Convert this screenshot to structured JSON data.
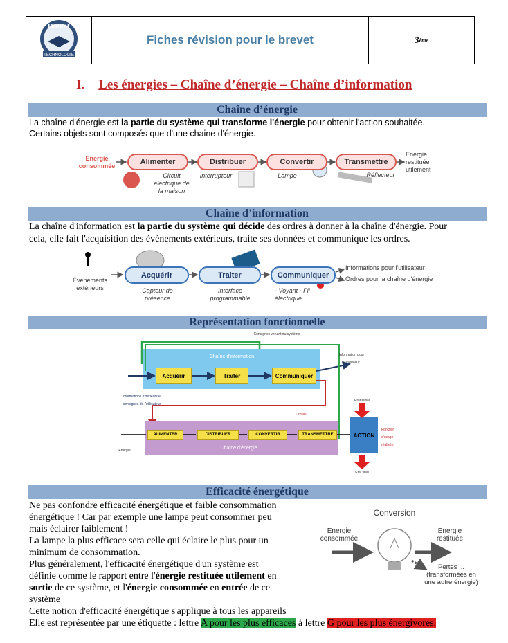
{
  "header": {
    "logo_top": "Brevet",
    "logo_bottom": "TECHNOLOGIE",
    "title": "Fiches révision pour le brevet",
    "level": "3",
    "level_sup": "ème"
  },
  "main_title": {
    "num": "I.",
    "text": "Les énergies – Chaîne d’énergie – Chaîne d’information"
  },
  "sec1": {
    "title": "Chaîne d’énergie",
    "p1_a": "La chaîne d'énergie est ",
    "p1_b": "la partie du système qui transforme l'énergie",
    "p1_c": " pour obtenir l'action souhaitée.",
    "p2": "Certains objets sont composés que d'une chaine d'énergie.",
    "input": "Energie consommée",
    "output": "Energie restituée utilement",
    "blocks": [
      "Alimenter",
      "Distribuer",
      "Convertir",
      "Transmettre"
    ],
    "captions": [
      "Circuit électrique de la maison",
      "Interrupteur",
      "Lampe",
      "Réflecteur"
    ]
  },
  "sec2": {
    "title": "Chaîne d’information",
    "p1_a": "La chaîne d'information est ",
    "p1_b": "la partie du système qui décide",
    "p1_c": " des ordres à donner à la chaîne d'énergie. Pour",
    "p2": "cela, elle fait l'acquisition des évènements extérieurs, traite ses données et communique les ordres.",
    "input": "Évènements extérieurs",
    "blocks": [
      "Acquérir",
      "Traiter",
      "Communiquer"
    ],
    "captions": [
      "Capteur de présence",
      "Interface programmable",
      "- Voyant - Fil électrique"
    ],
    "out1": "Informations pour l'utilisateur",
    "out2": "Ordres pour la chaîne d'énergie"
  },
  "sec3": {
    "title": "Représentation fonctionnelle",
    "consignes": "Consignes venant du système",
    "info_chain": "Chaîne d'information",
    "info_blocks": [
      "Acquérir",
      "Traiter",
      "Communiquer"
    ],
    "info_user": "Information pour l'utilisateur",
    "inputs": "Informations extérieurs et consignes de l'utilisateur",
    "ordres": "Ordres",
    "energie": "Energie",
    "energy_chain": "Chaîne d'énergie",
    "energy_blocks": [
      "ALIMENTER",
      "DISTRIBUER",
      "CONVERTIR",
      "TRANSMETTRE"
    ],
    "action": "ACTION",
    "etat_initial": "Etat initial",
    "etat_final": "Etat final",
    "fonction": "Fonction d'usage réalisée"
  },
  "sec4": {
    "title": "Efficacité énergétique",
    "l1": "Ne pas confondre efficacité énergétique et faible consommation",
    "l2": "énergétique ! Car par exemple une lampe peut consommer peu",
    "l3": "mais éclairer faiblement !",
    "l4": "La lampe la plus efficace sera celle qui éclaire le plus pour un",
    "l5": "minimum de consommation.",
    "l6": "Plus généralement, l'efficacité énergétique d'un système est",
    "l7_a": "définie comme le rapport entre l'",
    "l7_b": "énergie restituée utilement",
    "l7_c": " en",
    "l8_a": "sortie",
    "l8_b": " de ce système, et l'",
    "l8_c": "énergie consommée",
    "l8_d": " en ",
    "l8_e": "entrée",
    "l8_f": " de ce",
    "l9": "système",
    "l10": "Cette notion d'efficacité énergétique s'applique à tous les appareils",
    "l11_a": "Elle est représentée par une étiquette : lettre ",
    "l11_b": "A pour les plus efficaces",
    "l11_c": " à lettre ",
    "l11_d": "G pour les plus énergivores.",
    "conv_title": "Conversion",
    "conv_in": "Energie consommée",
    "conv_out": "Energie restituée",
    "conv_loss": "Pertes ... (transformées en une autre énergie)"
  }
}
